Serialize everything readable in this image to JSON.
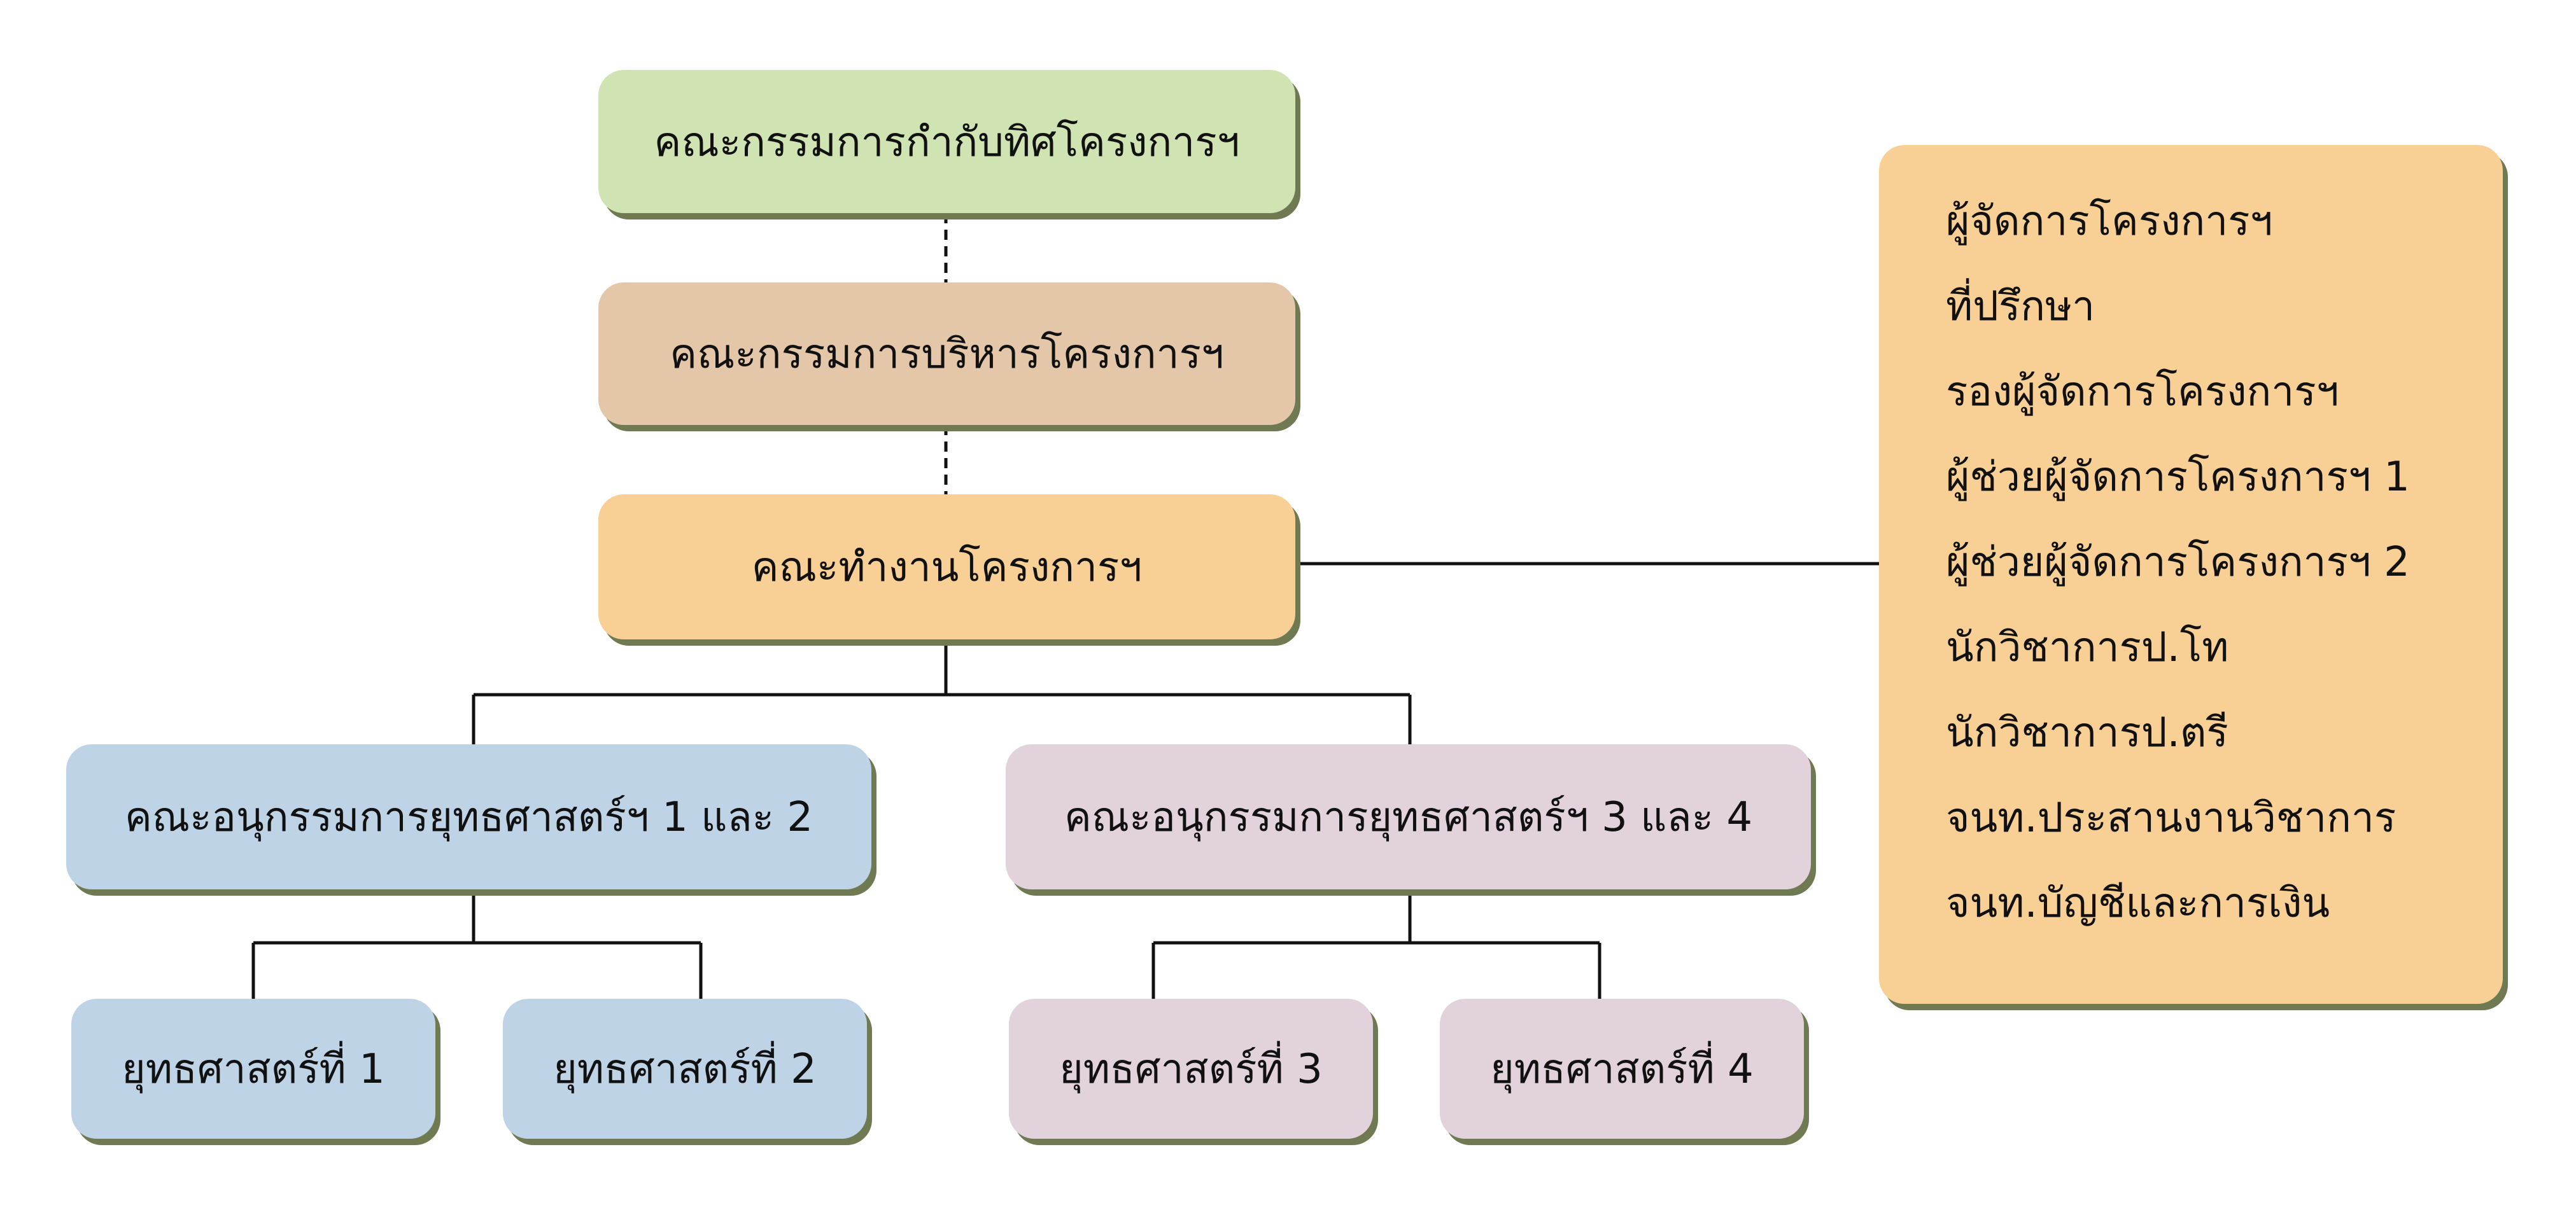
{
  "colors": {
    "green": "#cfe3b3",
    "tan": "#e4c7a9",
    "orange": "#f8cf95",
    "blue": "#bed3e5",
    "pink": "#e2d2db",
    "shadow": "#707a52",
    "line": "#111111"
  },
  "diagram": {
    "steering": "คณะกรรมการกำกับทิศโครงการฯ",
    "executive": "คณะกรรมการบริหารโครงการฯ",
    "working": "คณะทำงานโครงการฯ",
    "sub_a": "คณะอนุกรรมการยุทธศาสตร์ฯ 1 และ 2",
    "sub_b": "คณะอนุกรรมการยุทธศาสตร์ฯ 3 และ 4",
    "strategies": [
      "ยุทธศาสตร์ที่ 1",
      "ยุทธศาสตร์ที่ 2",
      "ยุทธศาสตร์ที่ 3",
      "ยุทธศาสตร์ที่ 4"
    ],
    "team_members": [
      "ผู้จัดการโครงการฯ",
      "ที่ปรึกษา",
      "รองผู้จัดการโครงการฯ",
      "ผู้ช่วยผู้จัดการโครงการฯ 1",
      "ผู้ช่วยผู้จัดการโครงการฯ 2",
      "นักวิชาการป.โท",
      "นักวิชาการป.ตรี",
      "จนท.ประสานงานวิชาการ",
      "จนท.บัญชีและการเงิน"
    ]
  }
}
